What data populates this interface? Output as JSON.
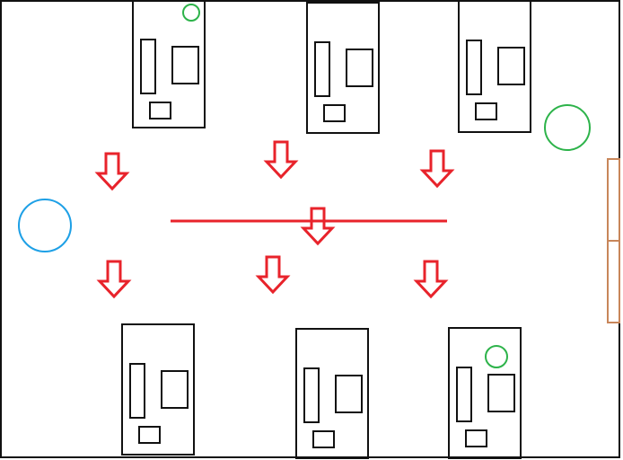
{
  "colors": {
    "background": "#ffffff",
    "outline": "#111111",
    "arrow": "#e8232b",
    "divider_line": "#e8232b",
    "green_marker": "#2db34a",
    "blue_marker": "#1ea0e6",
    "door": "#c8865a"
  },
  "diagram": {
    "top_row_units": [
      {
        "id": "unit-top-left",
        "has_green_marker": true
      },
      {
        "id": "unit-top-middle",
        "has_green_marker": false
      },
      {
        "id": "unit-top-right",
        "has_green_marker": false
      }
    ],
    "bottom_row_units": [
      {
        "id": "unit-bottom-left",
        "has_green_marker": false
      },
      {
        "id": "unit-bottom-middle",
        "has_green_marker": false
      },
      {
        "id": "unit-bottom-right",
        "has_green_marker": true
      }
    ],
    "arrows_upper_count": 3,
    "arrows_lower_count": 3,
    "arrows_center_count": 1,
    "arrow_direction": "down",
    "markers": [
      {
        "id": "blue-circle",
        "color_key": "blue_marker"
      },
      {
        "id": "green-circle-right",
        "color_key": "green_marker"
      }
    ],
    "door_panels": 2
  }
}
